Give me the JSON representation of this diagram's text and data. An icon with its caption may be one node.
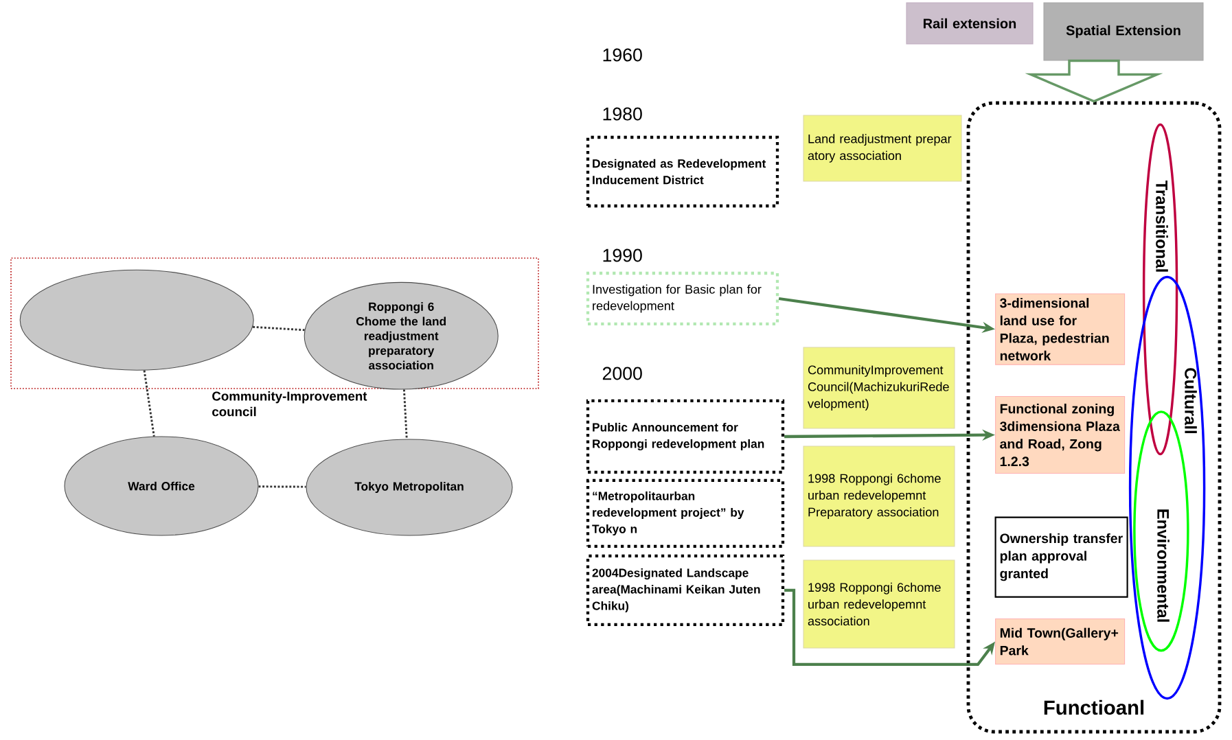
{
  "diagram": {
    "nodes": [
      {
        "text": [
          "Community-Improvement council"
        ]
      },
      {
        "text": [],
        "shape": "ellipse",
        "in": 0
      },
      {
        "text": [
          "Roppongi 6 Chome the land readjustment preparatory association"
        ],
        "in": 0
      },
      {
        "text": [
          "Ward Office"
        ]
      },
      {
        "text": [
          "Tokyo Metropolitan"
        ]
      },
      {
        "text": [
          "Designated as Redevelopment Inducement District"
        ]
      },
      {
        "text": [
          "Land readjustment preparatory association"
        ]
      },
      {
        "text": [
          "Investigation for Basic plan for redevelopment"
        ]
      },
      {
        "text": [
          "CommunityImprovement Council(MachizukuriRedevelopment)"
        ]
      },
      {
        "text": [
          "Public Announcement for Roppongi redevelopment plan"
        ]
      },
      {
        "text": [
          "“Metropolitaurban redevelopment project” by Tokyo n"
        ]
      },
      {
        "text": [
          "1998 Roppongi 6chome urban redevelopemnt Preparatory association"
        ]
      },
      {
        "text": [
          "2004Designated Landscape area(Machinami Keikan Juten Chiku)"
        ]
      },
      {
        "text": [
          "1998 Roppongi 6chome urban redevelopemnt association"
        ]
      },
      {
        "text": [
          "Rail extension"
        ]
      },
      {
        "text": [
          "Spatial Extension"
        ]
      },
      {
        "text": [
          "Functioanl"
        ]
      },
      {
        "text": [
          "3-dimensional land use for Plaza, pedestrian network"
        ],
        "in": 16
      },
      {
        "text": [
          "Functional zoning 3dimensiona Plaza and Road, Zong 1.2.3"
        ],
        "in": 16
      },
      {
        "text": [
          "Ownership transfer plan approval granted"
        ],
        "in": 16
      },
      {
        "text": [
          "Mid Town(Gallery+ Park"
        ],
        "in": 16
      },
      {
        "text": [
          "Transitional"
        ],
        "in": 16
      },
      {
        "text": [
          "Culturall"
        ],
        "in": 16
      },
      {
        "text": [
          "Environmental"
        ],
        "in": 22
      }
    ],
    "edges": [
      {
        "from": 1,
        "to": 2,
        "arrow": "none",
        "style": "dashed"
      },
      {
        "from": 1,
        "to": 3,
        "arrow": "none",
        "style": "dashed"
      },
      {
        "from": 2,
        "to": 4,
        "arrow": "none",
        "style": "dashed"
      },
      {
        "from": 3,
        "to": 4,
        "arrow": "none",
        "style": "dashed"
      },
      {
        "from": 7,
        "to": 17,
        "arrow": "to"
      },
      {
        "from": 9,
        "to": 18,
        "arrow": "to"
      },
      {
        "from": 12,
        "to": 20,
        "arrow": "to"
      },
      {
        "from": 15,
        "to": 16,
        "arrow": "to",
        "style": "thick"
      }
    ],
    "labels": [
      "1960",
      "1980",
      "1990",
      "2000"
    ]
  }
}
